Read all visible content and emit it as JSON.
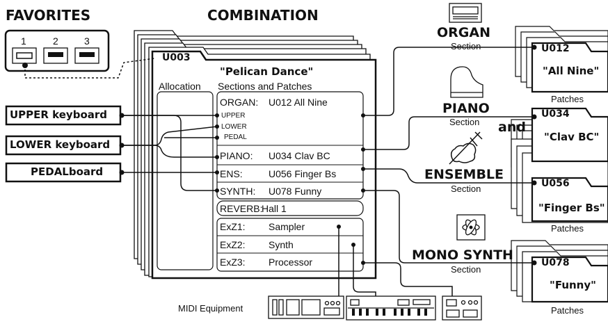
{
  "favorites": {
    "title": "FAVORITES",
    "buttons": [
      "1",
      "2",
      "3"
    ]
  },
  "combination": {
    "title": "COMBINATION",
    "id": "U003",
    "name": "\"Pelican Dance\"",
    "allocation_label": "Allocation",
    "sections_label": "Sections and Patches",
    "layer_labels": [
      "UPPER",
      "LOWER",
      "PEDAL"
    ],
    "rows": [
      {
        "key": "ORGAN:",
        "val": "U012 All Nine"
      },
      {
        "key": "PIANO:",
        "val": "U034 Clav BC"
      },
      {
        "key": "ENS:",
        "val": "U056 Finger Bs"
      },
      {
        "key": "SYNTH:",
        "val": "U078 Funny"
      },
      {
        "key": "REVERB:",
        "val": "Hall 1"
      },
      {
        "key": "ExZ1:",
        "val": "Sampler"
      },
      {
        "key": "ExZ2:",
        "val": "Synth"
      },
      {
        "key": "ExZ3:",
        "val": "Processor"
      }
    ]
  },
  "keyboards": [
    "UPPER keyboard",
    "LOWER keyboard",
    "PEDALboard"
  ],
  "sections": [
    {
      "name": "ORGAN",
      "sub": "Section"
    },
    {
      "name": "PIANO",
      "sub": "Section"
    },
    {
      "name": "ENSEMBLE",
      "sub": "Section"
    },
    {
      "name": "MONO SYNTH",
      "sub": "Section"
    }
  ],
  "and_label": "and",
  "patches": [
    {
      "id": "U012",
      "name": "\"All Nine\"",
      "label": "Patches"
    },
    {
      "id": "U034",
      "name": "\"Clav BC\"",
      "label": ""
    },
    {
      "id": "U056",
      "name": "\"Finger Bs\"",
      "label": "Patches"
    },
    {
      "id": "U078",
      "name": "\"Funny\"",
      "label": "Patches"
    }
  ],
  "midi_label": "MIDI Equipment"
}
